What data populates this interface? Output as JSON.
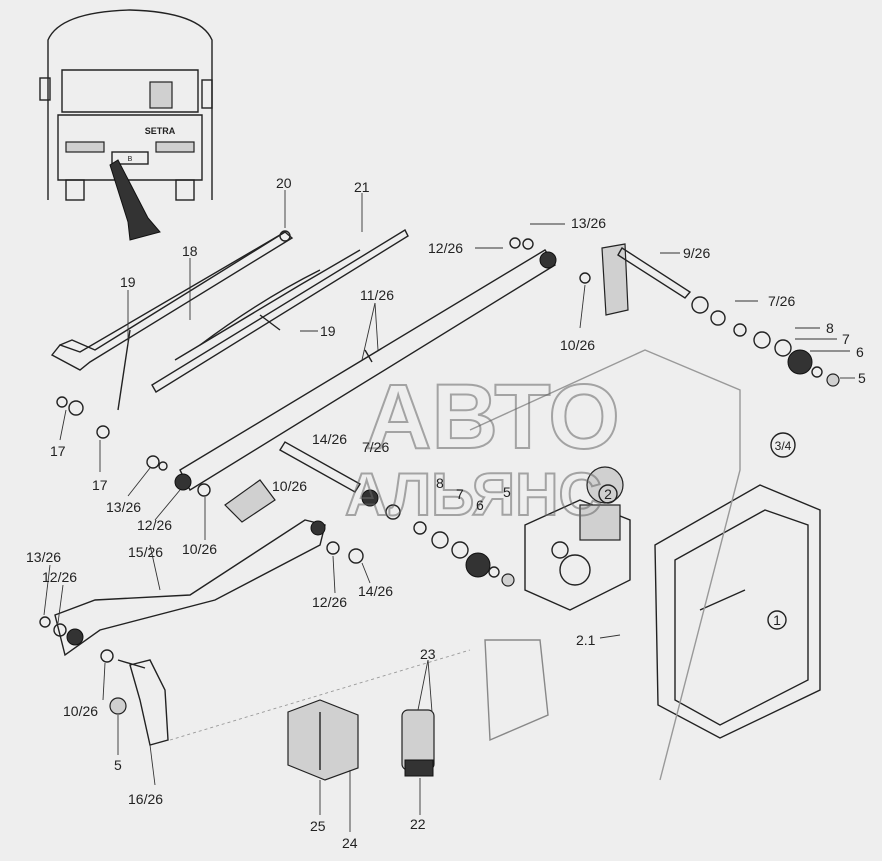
{
  "labels": {
    "l20": "20",
    "l21": "21",
    "l18": "18",
    "l19a": "19",
    "l19b": "19",
    "l11_26": "11/26",
    "l13_26a": "13/26",
    "l12_26a": "12/26",
    "l9_26": "9/26",
    "l7_26a": "7/26",
    "l8a": "8",
    "l7a": "7",
    "l6a": "6",
    "l5a": "5",
    "l10_26a": "10/26",
    "l3_4": "3/4",
    "l17a": "17",
    "l17b": "17",
    "l14_26a": "14/26",
    "l7_26b": "7/26",
    "l10_26b": "10/26",
    "l8b": "8",
    "l7b": "7",
    "l6b": "6",
    "l5b": "5",
    "l2": "2",
    "l13_26b": "13/26",
    "l12_26b": "12/26",
    "l10_26c": "10/26",
    "l15_26": "15/26",
    "l13_26c": "13/26",
    "l12_26c": "12/26",
    "l12_26d": "12/26",
    "l14_26b": "14/26",
    "l1": "1",
    "l2_1": "2.1",
    "l23": "23",
    "l10_26d": "10/26",
    "l5c": "5",
    "l16_26": "16/26",
    "l25": "25",
    "l24": "24",
    "l22": "22"
  },
  "bus_panel": {
    "brand": "SETRA",
    "plate": "B"
  },
  "watermark": {
    "line1": "АВТО",
    "line2": "АЛЬЯНС"
  }
}
